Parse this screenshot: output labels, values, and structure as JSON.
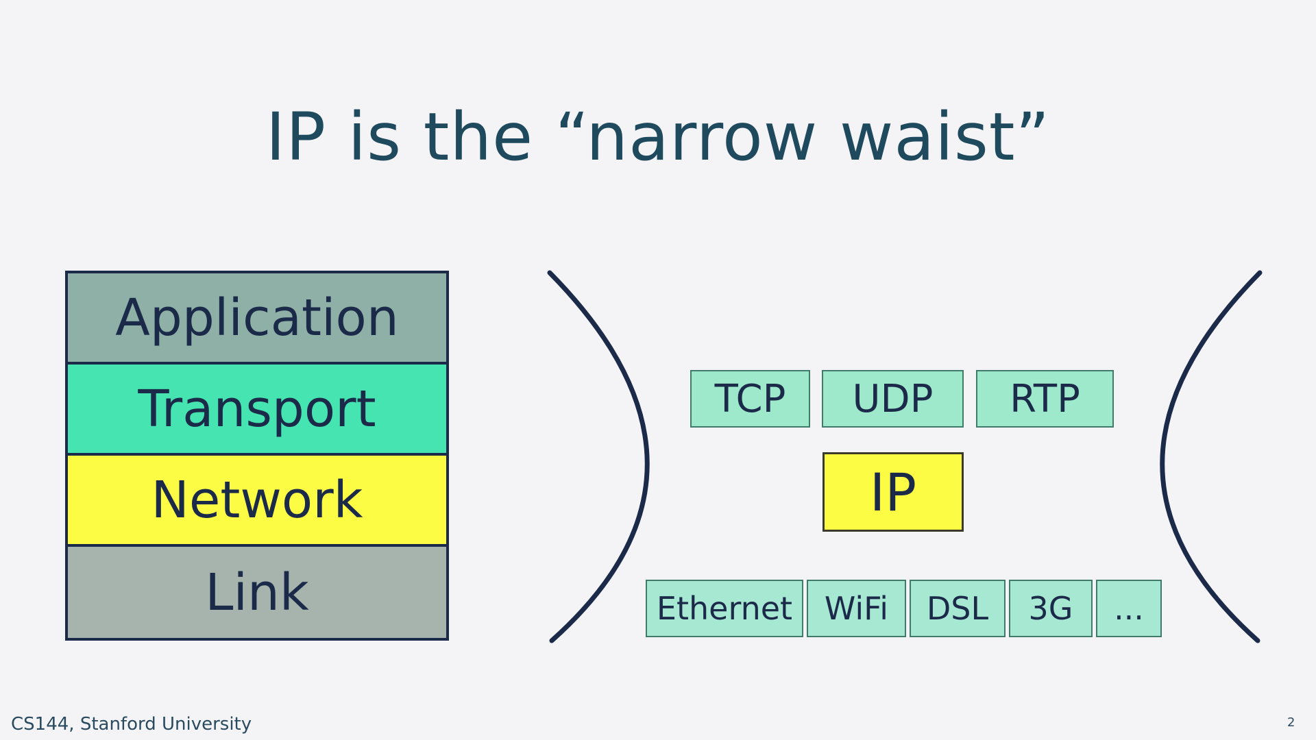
{
  "title": "IP is the “narrow waist”",
  "layers": [
    {
      "label": "Application",
      "color": "#8fb0a6"
    },
    {
      "label": "Transport",
      "color": "#46e4b0"
    },
    {
      "label": "Network",
      "color": "#fcfc44"
    },
    {
      "label": "Link",
      "color": "#a7b4ae"
    }
  ],
  "hourglass": {
    "transport_protocols": [
      "TCP",
      "UDP",
      "RTP"
    ],
    "network_protocol": "IP",
    "link_protocols": [
      "Ethernet",
      "WiFi",
      "DSL",
      "3G",
      "..."
    ]
  },
  "footer": "CS144, Stanford University",
  "page_number": "2"
}
